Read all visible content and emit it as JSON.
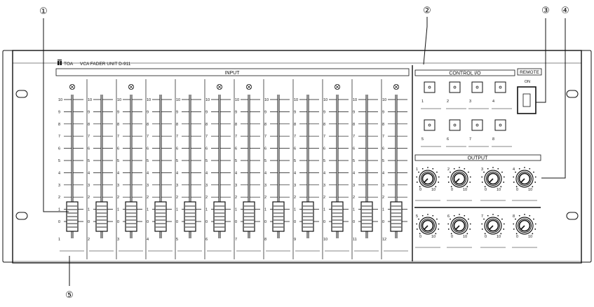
{
  "device": {
    "brand": "TOA",
    "model": "VCA FADER UNIT  D-911",
    "sections": {
      "input": "INPUT",
      "control_io": "CONTROL I/O",
      "remote": "REMOTE",
      "remote_on": "ON",
      "output": "OUTPUT"
    }
  },
  "input_channels": [
    {
      "number": "1",
      "mark": true
    },
    {
      "number": "2",
      "mark": false
    },
    {
      "number": "3",
      "mark": true
    },
    {
      "number": "4",
      "mark": false
    },
    {
      "number": "5",
      "mark": false
    },
    {
      "number": "6",
      "mark": true
    },
    {
      "number": "7",
      "mark": true
    },
    {
      "number": "8",
      "mark": false
    },
    {
      "number": "9",
      "mark": false
    },
    {
      "number": "10",
      "mark": true
    },
    {
      "number": "11",
      "mark": false
    },
    {
      "number": "12",
      "mark": true
    }
  ],
  "scale_labels": [
    "10",
    "9",
    "8",
    "7",
    "6",
    "5",
    "4",
    "3",
    "2",
    "1",
    "0"
  ],
  "control_io_buttons": [
    "1",
    "2",
    "3",
    "4",
    "5",
    "6",
    "7",
    "8"
  ],
  "output_knobs": {
    "numbers": [
      "1",
      "2",
      "3",
      "4",
      "5",
      "6",
      "7",
      "8"
    ],
    "min_label": "0",
    "max_label": "10"
  },
  "callouts": [
    "①",
    "②",
    "③",
    "④",
    "⑤"
  ]
}
